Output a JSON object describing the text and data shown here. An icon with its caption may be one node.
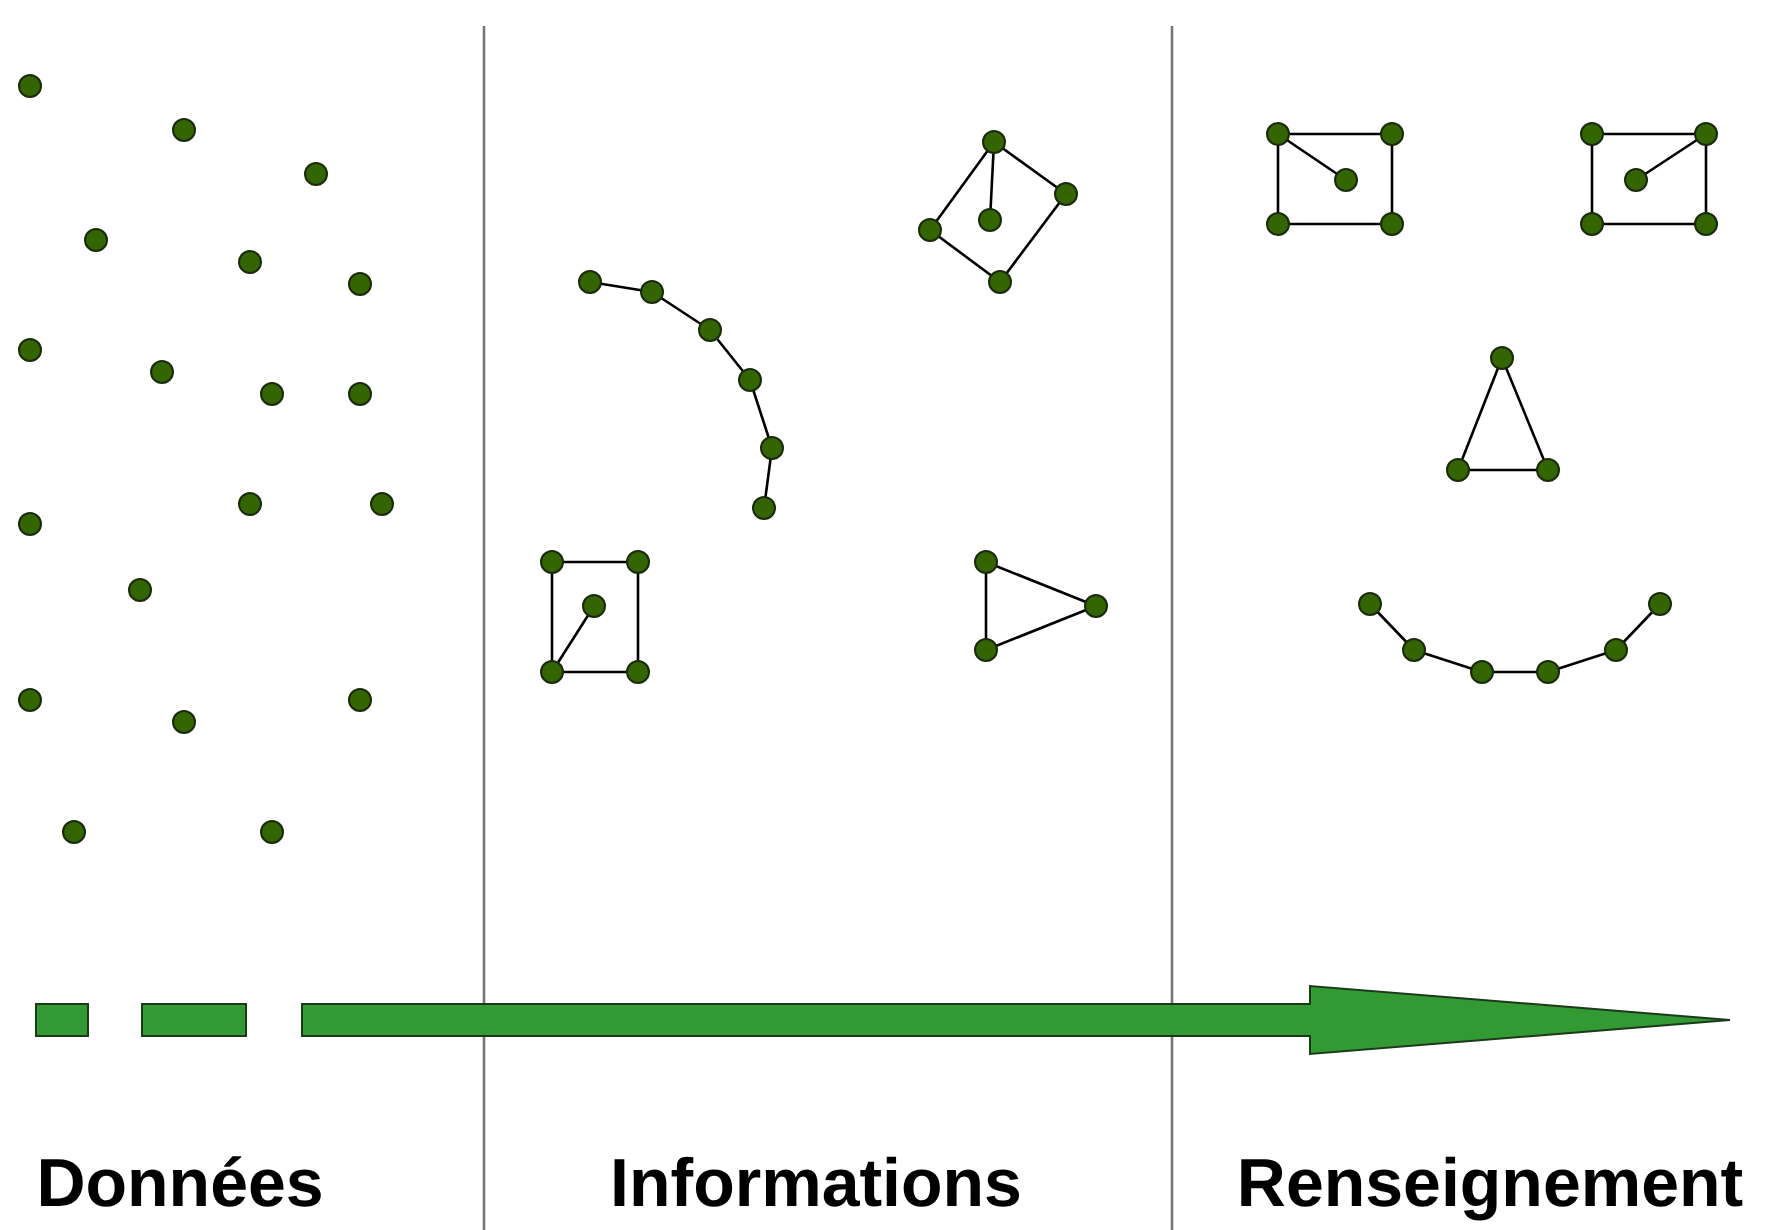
{
  "diagram": {
    "labels": [
      "Données",
      "Informations",
      "Renseignement"
    ]
  }
}
